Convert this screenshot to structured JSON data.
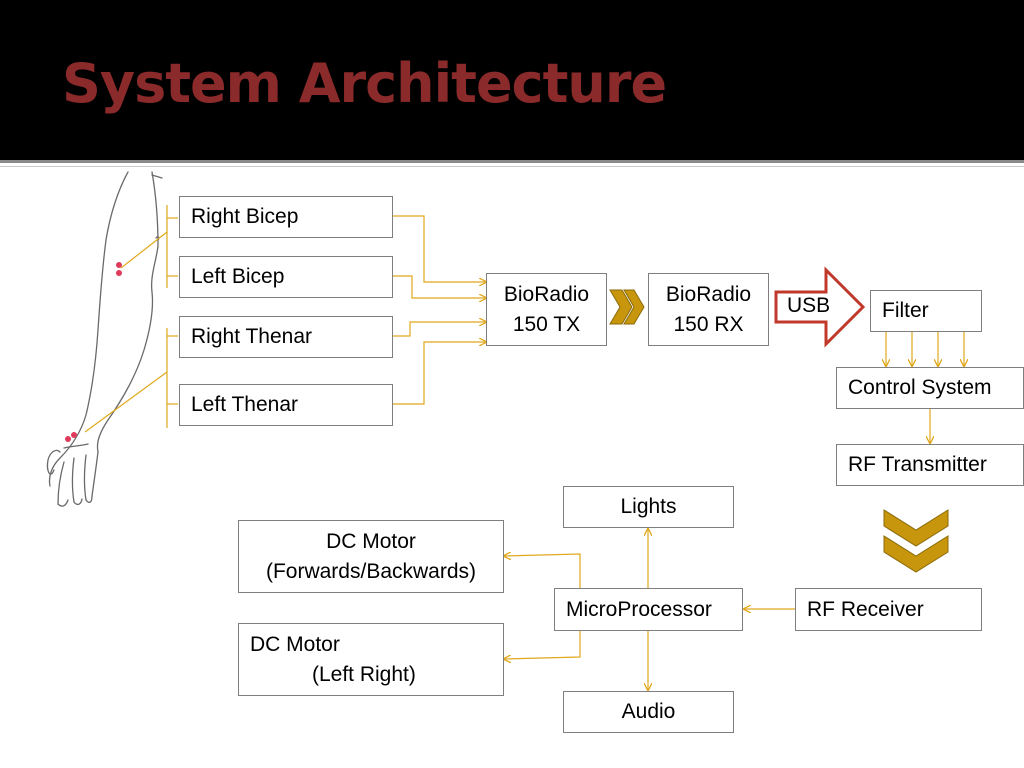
{
  "title": "System Architecture",
  "colors": {
    "title": "#8b2a2a",
    "connector": "#e0a81c",
    "chevron": "#c8960c",
    "usb_arrow": "#c0392b",
    "box_border": "#7f7f7f",
    "electrode": "#e03a5a"
  },
  "arm_figure": {
    "icon": "arm-illustration"
  },
  "sensors": [
    "Right Bicep",
    "Left Bicep",
    "Right Thenar",
    "Left Thenar"
  ],
  "transmitter": {
    "line1": "BioRadio",
    "line2": "150 TX"
  },
  "receiver": {
    "line1": "BioRadio",
    "line2": "150 RX"
  },
  "usb": "USB",
  "filter": "Filter",
  "control_system": "Control System",
  "rf_transmitter": "RF Transmitter",
  "rf_receiver": "RF Receiver",
  "microprocessor": "MicroProcessor",
  "lights": "Lights",
  "audio": "Audio",
  "dc_motor_1": {
    "line1": "DC Motor",
    "line2": "(Forwards/Backwards)"
  },
  "dc_motor_2": {
    "line1": "DC Motor",
    "line2": "(Left Right)"
  }
}
